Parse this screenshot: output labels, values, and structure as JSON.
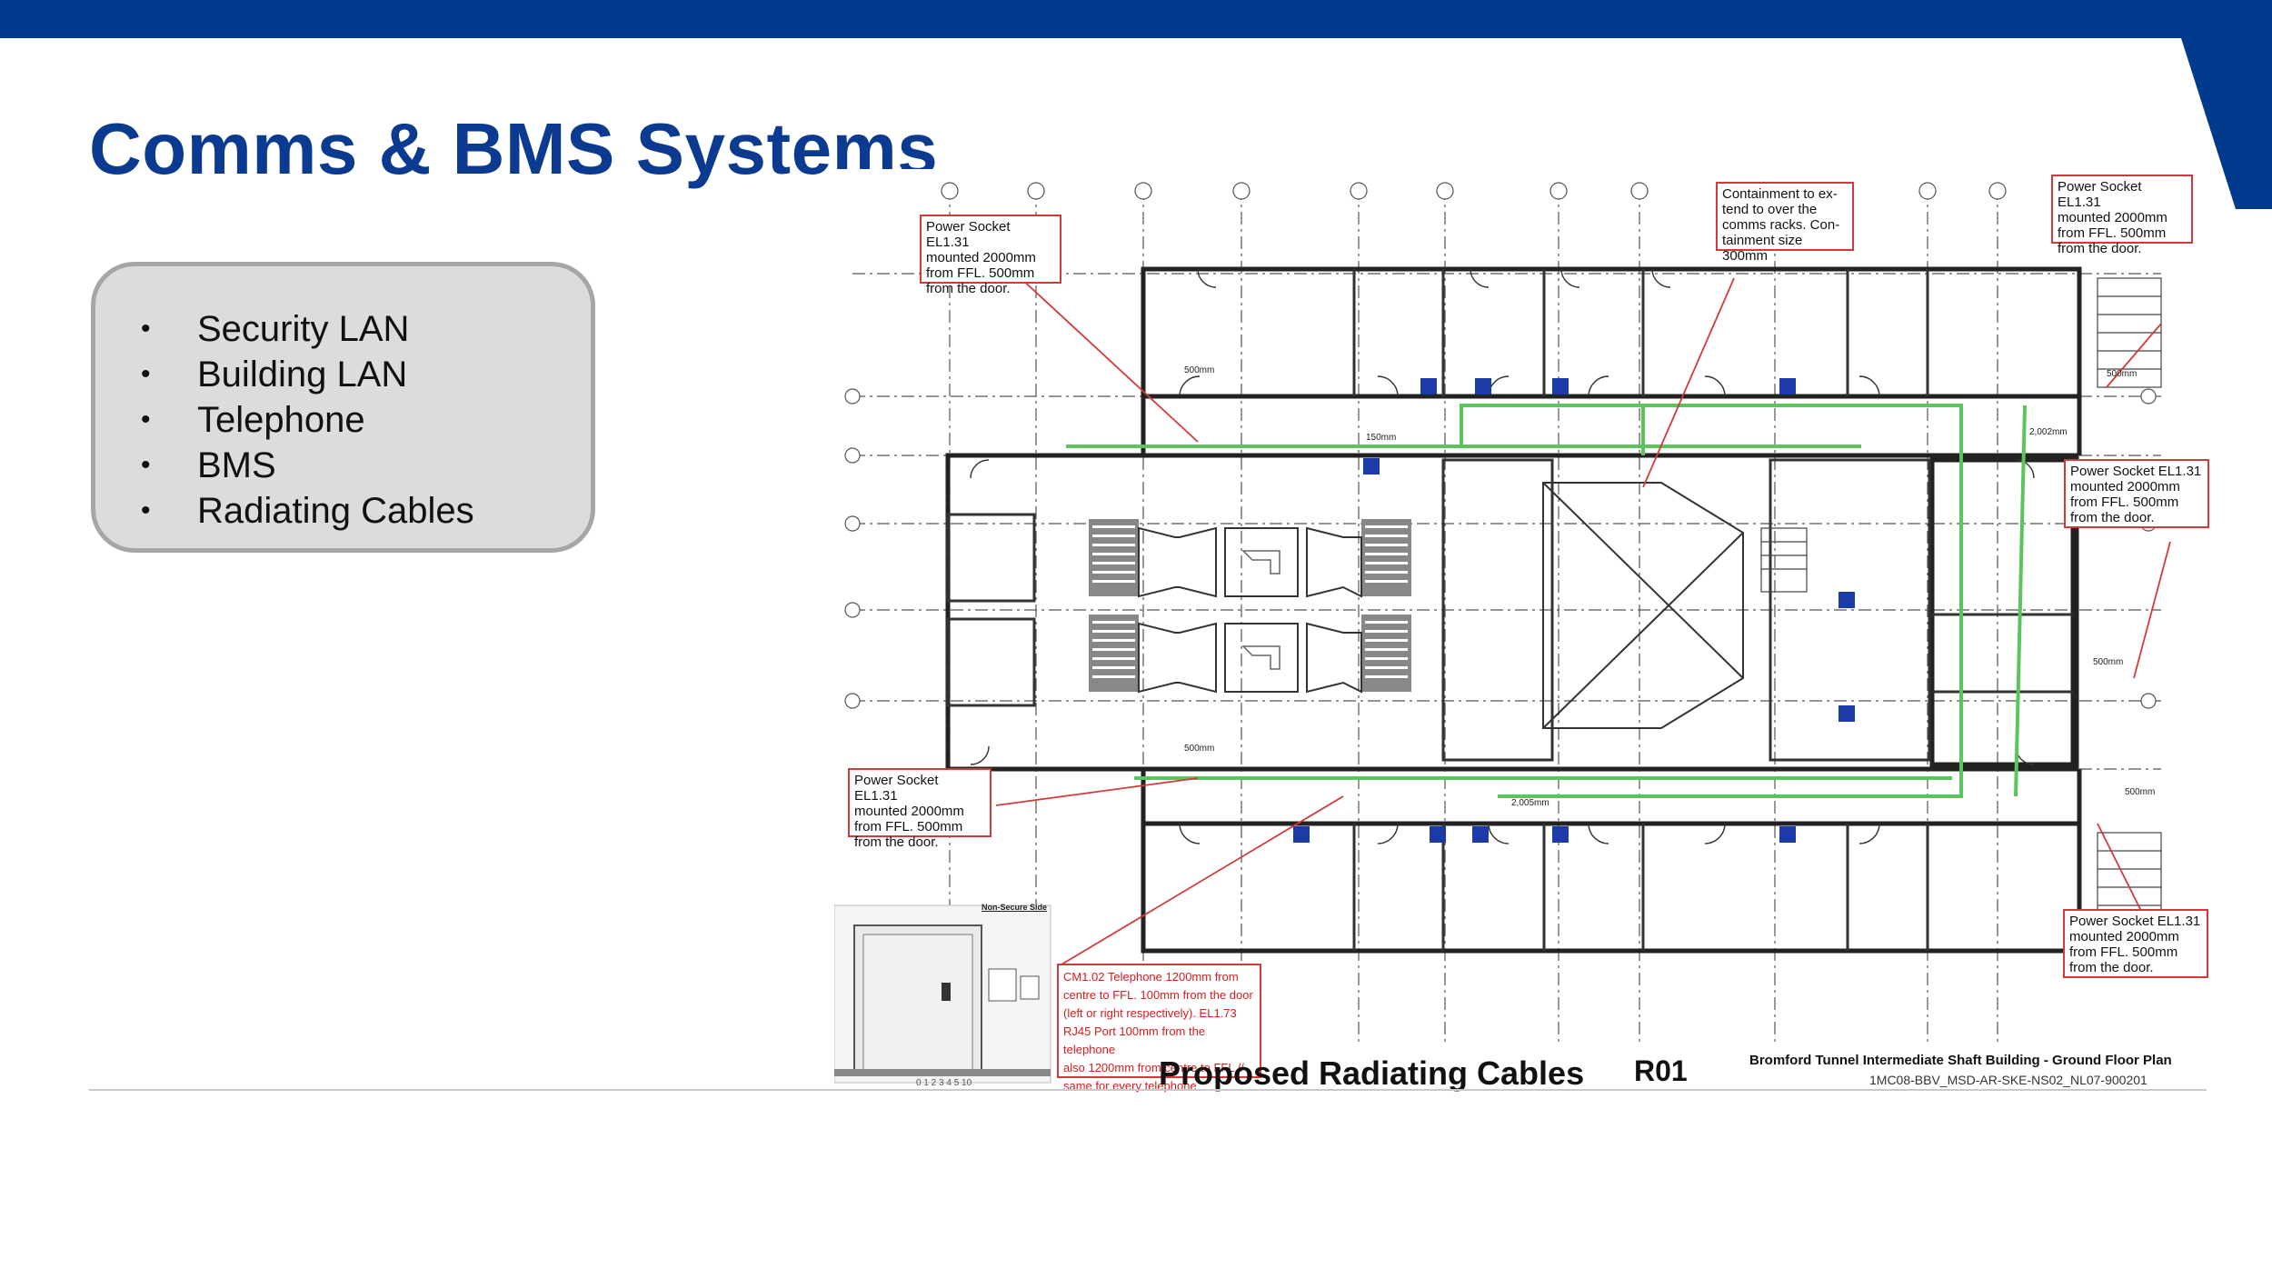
{
  "slide": {
    "title": "Comms & BMS Systems",
    "bullets": [
      "Security LAN",
      "Building LAN",
      "Telephone",
      "BMS",
      "Radiating Cables"
    ]
  },
  "plan": {
    "notes": {
      "socket_top_left": "Power Socket EL1.31\nmounted 2000mm\nfrom FFL. 500mm\nfrom the door.",
      "containment": "Containment to ex-\ntend to over the\ncomms racks. Con-\ntainment size 300mm",
      "socket_top_right": "Power Socket EL1.31\nmounted 2000mm\nfrom FFL. 500mm\nfrom the door.",
      "socket_mid_right": "Power Socket EL1.31\nmounted 2000mm\nfrom FFL. 500mm\nfrom the door.",
      "socket_left": "Power Socket EL1.31\nmounted 2000mm\nfrom FFL. 500mm\nfrom the door.",
      "socket_bottom_right": "Power Socket EL1.31\nmounted 2000mm\nfrom FFL. 500mm\nfrom the door.",
      "telephone": "CM1.02 Telephone 1200mm from\ncentre to FFL. 100mm from the door\n(left or right respectively). EL1.73\nRJ45 Port 100mm from the telephone\nalso 1200mm from centre to FFL //\nsame for every telephone"
    },
    "dimensions": [
      "500mm",
      "150mm",
      "2,002mm",
      "500mm",
      "500mm",
      "2,005mm",
      "500mm",
      "500mm"
    ],
    "door_label": "Non-Secure Side",
    "scale_label": "0  1  2  3  4  5          10",
    "caption": "Proposed Radiating Cables",
    "revision": "R01",
    "subtitle": "Bromford Tunnel Intermediate Shaft Building - Ground Floor Plan",
    "drawing_code": "1MC08-BBV_MSD-AR-SKE-NS02_NL07-900201",
    "colors": {
      "cable": "#5cc45c",
      "annotation": "#d23a3a",
      "wall": "#222222",
      "icon": "#1c3aa8"
    }
  }
}
